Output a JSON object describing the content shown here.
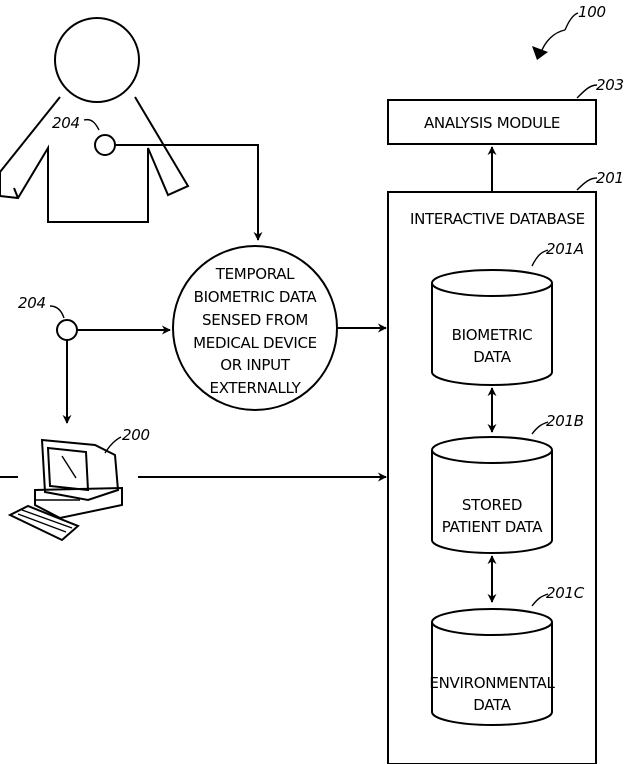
{
  "figure_number": "100",
  "analysis_module": {
    "ref": "203",
    "label": "ANALYSIS MODULE"
  },
  "interactive_database": {
    "ref": "201",
    "title": "INTERACTIVE DATABASE",
    "stores": [
      {
        "ref": "201A",
        "lines": [
          "BIOMETRIC",
          "DATA"
        ]
      },
      {
        "ref": "201B",
        "lines": [
          "STORED",
          "PATIENT DATA"
        ]
      },
      {
        "ref": "201C",
        "lines": [
          "ENVIRONMENTAL",
          "DATA"
        ]
      }
    ]
  },
  "temporal_circle": {
    "lines": [
      "TEMPORAL",
      "BIOMETRIC DATA",
      "SENSED FROM",
      "MEDICAL DEVICE",
      "OR INPUT",
      "EXTERNALLY"
    ]
  },
  "sensor_on_body": {
    "ref": "204"
  },
  "external_sensor": {
    "ref": "204"
  },
  "computer": {
    "ref": "200"
  }
}
